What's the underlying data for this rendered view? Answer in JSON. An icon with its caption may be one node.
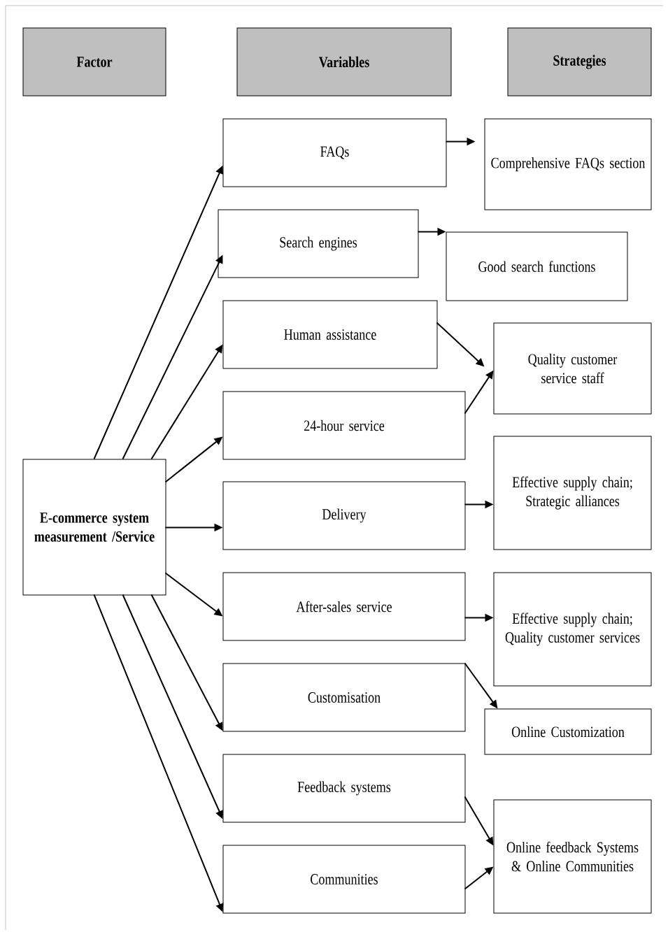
{
  "diagram": {
    "nodes": [
      {
        "text": [
          "Factor"
        ]
      },
      {
        "text": [
          "Variables"
        ]
      },
      {
        "text": [
          "Strategies"
        ]
      },
      {
        "text": [
          "E-commerce system measurement /Service"
        ]
      },
      {
        "text": [
          "FAQs"
        ]
      },
      {
        "text": [
          "Search engines"
        ]
      },
      {
        "text": [
          "Human assistance"
        ]
      },
      {
        "text": [
          "24-hour service"
        ]
      },
      {
        "text": [
          "Delivery"
        ]
      },
      {
        "text": [
          "After-sales service"
        ]
      },
      {
        "text": [
          "Customisation"
        ]
      },
      {
        "text": [
          "Feedback systems"
        ]
      },
      {
        "text": [
          "Communities"
        ]
      },
      {
        "text": [
          "Comprehensive FAQs section"
        ]
      },
      {
        "text": [
          "Good search functions"
        ]
      },
      {
        "text": [
          "Quality customer service staff"
        ]
      },
      {
        "text": [
          "Effective supply chain; Strategic alliances"
        ]
      },
      {
        "text": [
          "Effective supply chain; Quality customer services"
        ]
      },
      {
        "text": [
          "Online Customization"
        ]
      },
      {
        "text": [
          "Online feedback Systems & Online Communities"
        ]
      }
    ],
    "edges": [
      {
        "from": 3,
        "to": 4,
        "arrow": "to"
      },
      {
        "from": 3,
        "to": 5,
        "arrow": "to"
      },
      {
        "from": 3,
        "to": 6,
        "arrow": "to"
      },
      {
        "from": 3,
        "to": 7,
        "arrow": "to"
      },
      {
        "from": 3,
        "to": 8,
        "arrow": "to"
      },
      {
        "from": 3,
        "to": 9,
        "arrow": "to"
      },
      {
        "from": 3,
        "to": 10,
        "arrow": "to"
      },
      {
        "from": 3,
        "to": 11,
        "arrow": "to"
      },
      {
        "from": 3,
        "to": 12,
        "arrow": "to"
      },
      {
        "from": 4,
        "to": 13,
        "arrow": "to"
      },
      {
        "from": 5,
        "to": 14,
        "arrow": "to"
      },
      {
        "from": 6,
        "to": 15,
        "arrow": "to"
      },
      {
        "from": 7,
        "to": 15,
        "arrow": "to"
      },
      {
        "from": 8,
        "to": 16,
        "arrow": "to"
      },
      {
        "from": 9,
        "to": 17,
        "arrow": "to"
      },
      {
        "from": 10,
        "to": 18,
        "arrow": "to"
      },
      {
        "from": 11,
        "to": 19,
        "arrow": "to"
      },
      {
        "from": 12,
        "to": 19,
        "arrow": "to"
      }
    ]
  }
}
